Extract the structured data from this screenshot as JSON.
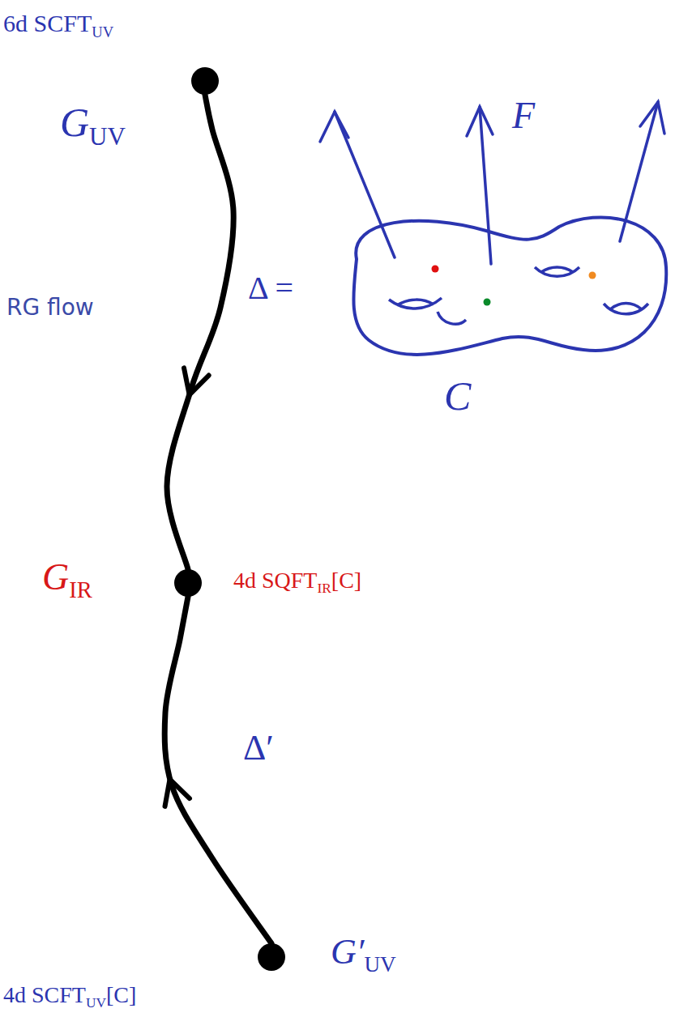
{
  "diagram": {
    "nodes": [
      {
        "text": [
          "6d SCFT",
          "UV",
          "G",
          "UV"
        ]
      },
      {
        "text": [
          "G",
          "IR",
          "4d SQFT",
          "IR",
          "[C]"
        ]
      },
      {
        "text": [
          "G′",
          "UV",
          "4d SCFT",
          "UV",
          "[C]"
        ]
      }
    ],
    "edges": [
      {
        "from": 0,
        "to": 1,
        "arrow": "to",
        "label": "RG flow"
      },
      {
        "from": 2,
        "to": 1,
        "arrow": "to",
        "label": "Δ′"
      }
    ],
    "labels": [
      "Δ =",
      "F",
      "C"
    ]
  }
}
